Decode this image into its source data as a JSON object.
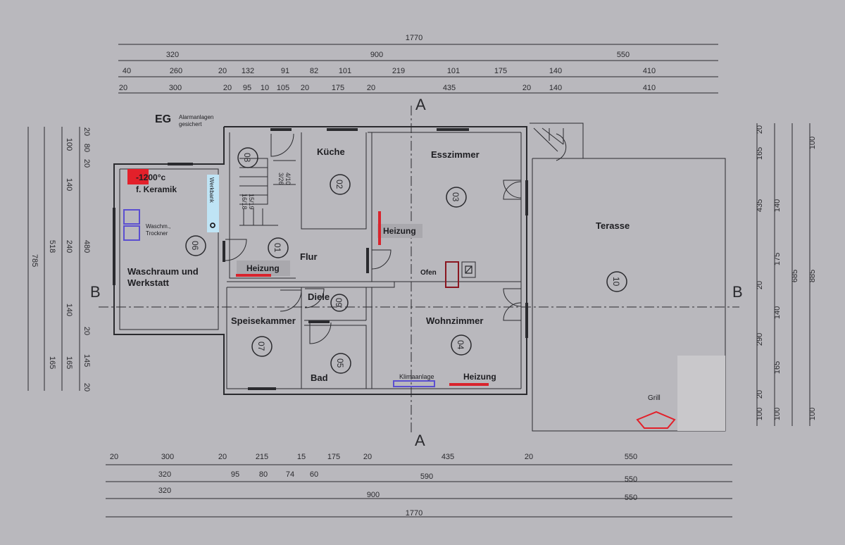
{
  "floor_label": "EG",
  "alarm_note": [
    "Alarmanlagen",
    "gesichert"
  ],
  "section_marks": {
    "a": "A",
    "b": "B"
  },
  "top_dims": {
    "row1": [
      "1770"
    ],
    "row2": [
      "320",
      "900",
      "550"
    ],
    "row3": [
      "40",
      "260",
      "20",
      "132",
      "91",
      "82",
      "101",
      "219",
      "101",
      "175",
      "140",
      "410"
    ],
    "row4": [
      "20",
      "300",
      "20",
      "95",
      "10",
      "105",
      "20",
      "175",
      "20",
      "435",
      "20",
      "140",
      "410"
    ]
  },
  "bottom_dims": {
    "row1": [
      "20",
      "300",
      "20",
      "215",
      "15",
      "175",
      "20",
      "435",
      "20",
      "550"
    ],
    "row2": [
      "320",
      "95",
      "80",
      "74",
      "60",
      "590",
      "550"
    ],
    "row3": [
      "320",
      "900",
      "550"
    ],
    "row4": [
      "1770"
    ]
  },
  "left_dims": {
    "col1": [
      "785"
    ],
    "col2": [
      "518",
      "165"
    ],
    "col3": [
      "100",
      "140",
      "240",
      "140",
      "165"
    ],
    "col4": [
      "20",
      "80",
      "20",
      "480",
      "20",
      "145",
      "20"
    ]
  },
  "right_dims": {
    "col1": [
      "20",
      "165",
      "435",
      "20",
      "290",
      "20",
      "100"
    ],
    "col2": [
      "140",
      "175",
      "140",
      "165",
      "100"
    ],
    "col3": [
      "685"
    ],
    "col4": [
      "100",
      "885",
      "100"
    ]
  },
  "rooms": [
    {
      "name": "Waschraum und",
      "name2": "Werkstatt",
      "number": "06"
    },
    {
      "name": "Küche",
      "number": "02"
    },
    {
      "name": "Esszimmer",
      "number": "03"
    },
    {
      "name": "Flur",
      "number": "01"
    },
    {
      "name": "Terasse",
      "number": "10"
    },
    {
      "name": "Speisekammer",
      "number": "07"
    },
    {
      "name": "Diele",
      "number": "09"
    },
    {
      "name": "Bad",
      "number": "05"
    },
    {
      "name": "Wohnzimmer",
      "number": "04"
    },
    {
      "name": "",
      "number": "08"
    }
  ],
  "stairs": {
    "labels": [
      "15/19",
      "16/18",
      "4/10",
      "3/26"
    ]
  },
  "annotations": {
    "kiln": [
      "-1200°c",
      "f. Keramik"
    ],
    "washer": [
      "Waschm.,",
      "Trockner"
    ],
    "workbench": "Werkbank",
    "heating": "Heizung",
    "oven": "Ofen",
    "ac": "Klimaanlage",
    "grill": "Grill"
  },
  "colors": {
    "paper": "#b9b8bd",
    "line": "#2a2a2e",
    "heating": "#d9242d",
    "appliance": "#5b4fd0",
    "oven": "#8a1620",
    "workbench": "#bfe4f5"
  }
}
